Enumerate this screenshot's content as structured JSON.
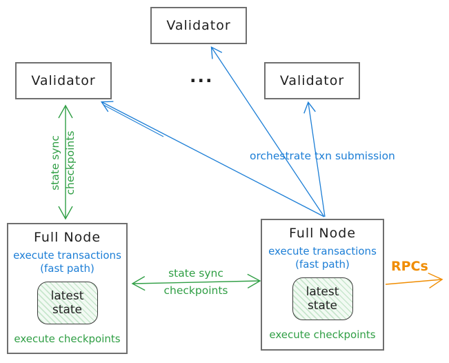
{
  "diagram": {
    "validators": {
      "top": "Validator",
      "left": "Validator",
      "right": "Validator"
    },
    "ellipsis": "...",
    "full_nodes": [
      {
        "title": "Full Node",
        "blue_line1": "execute transactions",
        "blue_line2": "(fast path)",
        "state_line1": "latest",
        "state_line2": "state",
        "green_line": "execute checkpoints"
      },
      {
        "title": "Full Node",
        "blue_line1": "execute transactions",
        "blue_line2": "(fast path)",
        "state_line1": "latest",
        "state_line2": "state",
        "green_line": "execute checkpoints"
      }
    ],
    "edges": {
      "validator_fullnode_sync": {
        "line1": "state sync",
        "line2": "checkpoints"
      },
      "fullnode_fullnode_sync": {
        "line1": "state sync",
        "line2": "checkpoints"
      },
      "orchestrate": "orchestrate txn submission",
      "rpcs": "RPCs"
    },
    "colors": {
      "blue": "#1c7ed6",
      "green": "#2f9e44",
      "orange": "#f08c00",
      "box_border": "#6e6e6e",
      "text": "#1e1e1e",
      "state_fill": "#f2faf3"
    }
  }
}
